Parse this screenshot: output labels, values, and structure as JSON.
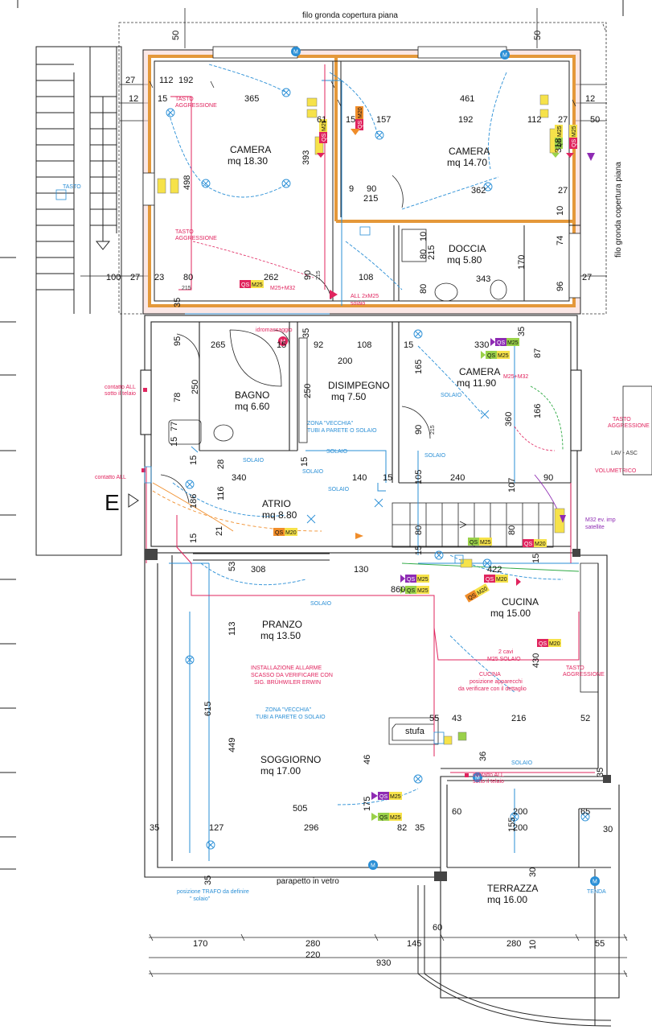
{
  "notes": {
    "top": "filo gronda copertura piana",
    "side": "filo gronda copertura piana",
    "parapet": "parapetto in vetro",
    "entry": "E",
    "stove": "stufa",
    "alarm": "INSTALLAZIONE ALLARME",
    "alarm2": "SCASSO DA VERIFICARE CON",
    "alarm3": "SIG. BRÜHWILER ERWIN",
    "zone": "ZONA \"VECCHIA\"",
    "zone2": "TUBI A PARETE O SOLAIO",
    "kitchen": "CUCINA",
    "kitchen2": "posizione apparecchi",
    "kitchen3": "da verificare con il dettaglio",
    "cavi": "2 cavi",
    "cavi2": "M25 SOLAIO",
    "satellite": "M32 ev. imp",
    "satellite2": "satellite",
    "all": "ALL 2xM25",
    "all2": "solaio",
    "contatto": "contatto ALL",
    "contatto_l": "contatto ALL",
    "contatto_l2": "sotto il telaio",
    "contatto_b": "contatto ALL",
    "contatto_b2": "sotto il telaio",
    "idro": "idromassaggio",
    "solaio": "SOLAIO",
    "trafo": "posizione TRAFO da definire",
    "trafo2": "\" solaio\"",
    "tenda": "TENDA",
    "tasto": "TASTO",
    "aggressione": "AGGRESSIONE",
    "lav": "LAV - ASC",
    "volumetrico": "VOLUMETRICO",
    "m25m32": "M25+M32",
    "m25m32b": "M25+M32"
  },
  "rooms": [
    {
      "name": "CAMERA",
      "area": "mq 18.30"
    },
    {
      "name": "CAMERA",
      "area": "mq 14.70"
    },
    {
      "name": "DOCCIA",
      "area": "mq 5.80"
    },
    {
      "name": "BAGNO",
      "area": "mq 6.60"
    },
    {
      "name": "DISIMPEGNO",
      "area": "mq 7.50"
    },
    {
      "name": "CAMERA",
      "area": "mq 11.90"
    },
    {
      "name": "ATRIO",
      "area": "mq 8.80"
    },
    {
      "name": "CUCINA",
      "area": "mq 15.00"
    },
    {
      "name": "PRANZO",
      "area": "mq 13.50"
    },
    {
      "name": "SOGGIORNO",
      "area": "mq 17.00"
    },
    {
      "name": "TERRAZZA",
      "area": "mq 16.00"
    }
  ],
  "dims": [
    "50",
    "50",
    "27",
    "112",
    "192",
    "12",
    "15",
    "365",
    "461",
    "12",
    "61",
    "15",
    "157",
    "192",
    "112",
    "27",
    "50",
    "393",
    "318",
    "498",
    "9",
    "90",
    "215",
    "362",
    "27",
    "10",
    "10",
    "80",
    "215",
    "74",
    "80",
    "343",
    "170",
    "96",
    "100",
    "27",
    "23",
    "80",
    "262",
    "215",
    "90",
    "108",
    "27",
    "215",
    "35",
    "95",
    "265",
    "15",
    "35",
    "92",
    "200",
    "108",
    "15",
    "330",
    "35",
    "87",
    "250",
    "78",
    "250",
    "165",
    "360",
    "166",
    "90",
    "215",
    "15",
    "77",
    "15",
    "28",
    "15",
    "340",
    "140",
    "15",
    "105",
    "240",
    "107",
    "90",
    "116",
    "186",
    "21",
    "53",
    "308",
    "15",
    "130",
    "860",
    "422",
    "15",
    "80",
    "15",
    "80",
    "113",
    "430",
    "615",
    "449",
    "55",
    "43",
    "216",
    "52",
    "46",
    "36",
    "35",
    "175",
    "505",
    "60",
    "200",
    "65",
    "35",
    "127",
    "296",
    "82",
    "35",
    "155",
    "30",
    "200",
    "30",
    "35",
    "60",
    "170",
    "280",
    "145",
    "220",
    "280",
    "55",
    "930",
    "10"
  ],
  "qs": [
    "QS",
    "M25",
    "QS",
    "M25",
    "QS",
    "M25",
    "QS",
    "M25",
    "QS",
    "M20",
    "QS",
    "M20",
    "QS",
    "M25",
    "QS",
    "M25",
    "QS",
    "M20",
    "QS",
    "M20",
    "QS",
    "M25",
    "QS",
    "M25",
    "QS",
    "M20",
    "QS",
    "M25",
    "QS",
    "M25",
    "QS",
    "M25",
    "QS",
    "M20"
  ]
}
